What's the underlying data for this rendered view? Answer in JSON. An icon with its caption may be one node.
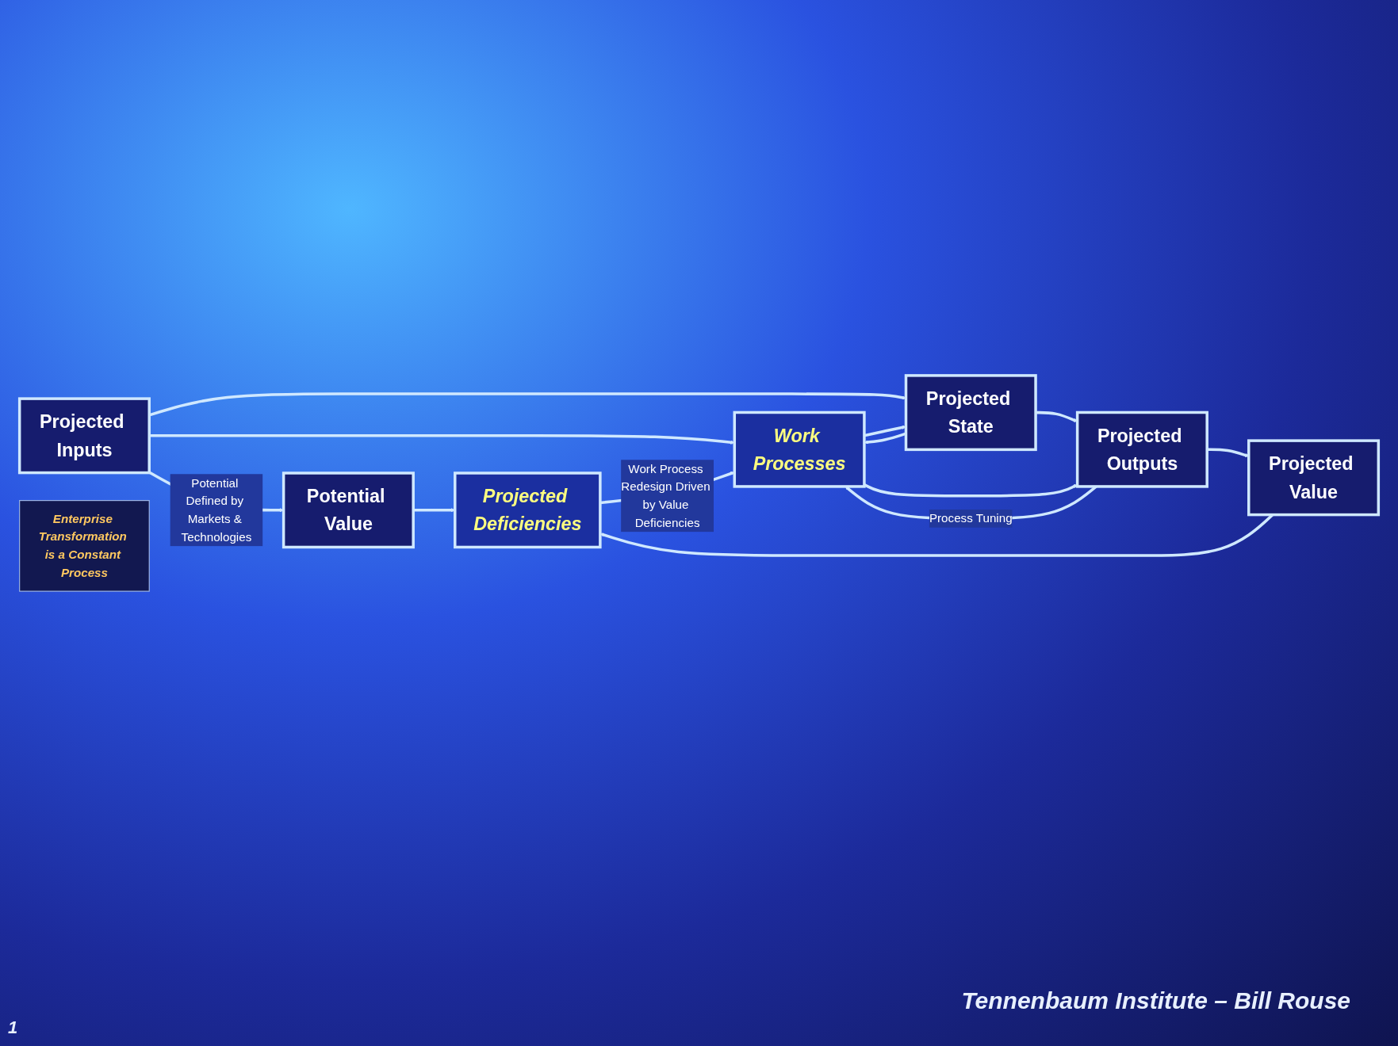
{
  "diagram": {
    "nodes": [
      {
        "text": [
          "Projected Inputs"
        ]
      },
      {
        "text": [
          "Projected State"
        ]
      },
      {
        "text": [
          "Work Processes"
        ]
      },
      {
        "text": [
          "Projected Outputs"
        ]
      },
      {
        "text": [
          "Potential Value"
        ]
      },
      {
        "text": [
          "Projected Deficiencies"
        ]
      },
      {
        "text": [
          "Projected Value"
        ]
      },
      {
        "text": [
          "Enterprise Transformation is a Constant Process"
        ]
      }
    ],
    "edges": [
      {
        "from": 0,
        "to": 4,
        "arrow": "to",
        "label": "Potential Defined by Markets & Technologies"
      },
      {
        "from": 0,
        "to": 1,
        "arrow": "to"
      },
      {
        "from": 0,
        "to": 2,
        "arrow": "to"
      },
      {
        "from": 1,
        "to": 2,
        "arrow": "to"
      },
      {
        "from": 2,
        "to": 1,
        "arrow": "to"
      },
      {
        "from": 1,
        "to": 3,
        "arrow": "to"
      },
      {
        "from": 2,
        "to": 3,
        "arrow": "to"
      },
      {
        "from": 3,
        "to": 6,
        "arrow": "to"
      },
      {
        "from": 4,
        "to": 5,
        "arrow": "to"
      },
      {
        "from": 6,
        "to": 5,
        "arrow": "to"
      },
      {
        "from": 3,
        "to": 2,
        "arrow": "to",
        "label": "Process Tuning"
      },
      {
        "from": 5,
        "to": 2,
        "arrow": "to",
        "label": "Work Process Redesign Driven by Value Deficiencies"
      }
    ],
    "labels": [
      "Tennenbaum Institute – Bill Rouse",
      "1"
    ]
  }
}
